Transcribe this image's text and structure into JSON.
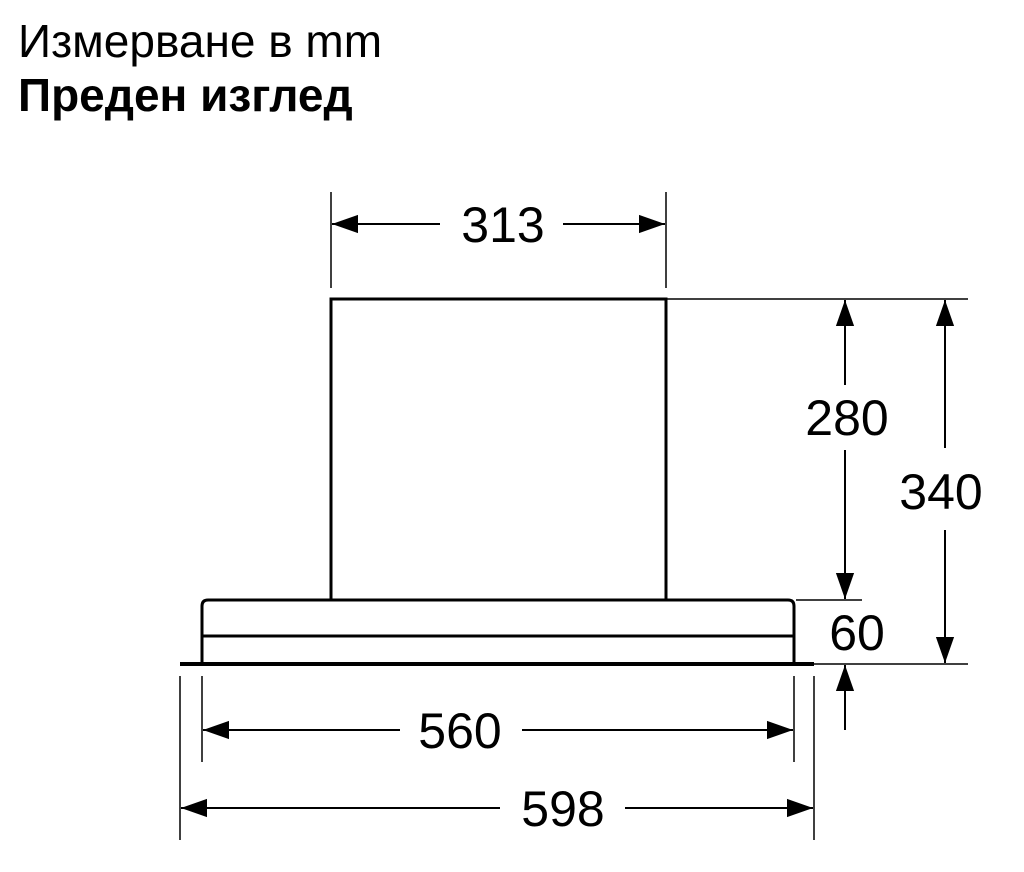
{
  "header": {
    "title": "Измерване в mm",
    "subtitle": "Преден изглед"
  },
  "dimensions": {
    "top_width": "313",
    "upper_height": "280",
    "total_height": "340",
    "base_height": "60",
    "inner_width": "560",
    "outer_width": "598"
  },
  "colors": {
    "line": "#000000",
    "background": "#ffffff"
  }
}
